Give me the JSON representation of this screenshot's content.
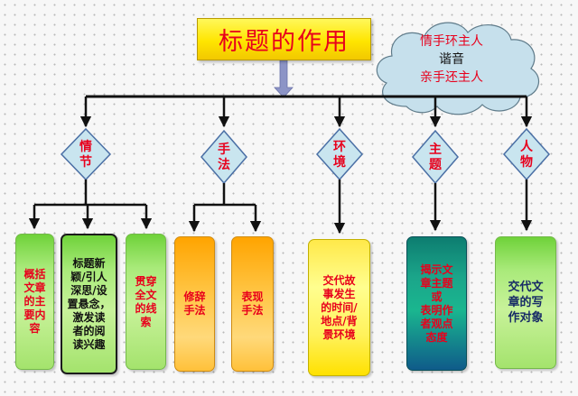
{
  "title": "标题的作用",
  "cloud": {
    "line1": "情手环主人",
    "line2": "谐音",
    "line3": "亲手还主人"
  },
  "diamonds": [
    {
      "label": "情节",
      "chars": [
        "情",
        "节"
      ]
    },
    {
      "label": "手法",
      "chars": [
        "手",
        "法"
      ]
    },
    {
      "label": "环境",
      "chars": [
        "环",
        "境"
      ]
    },
    {
      "label": "主题",
      "chars": [
        "主",
        "题"
      ]
    },
    {
      "label": "人物",
      "chars": [
        "人",
        "物"
      ]
    }
  ],
  "leaves": [
    {
      "lines": [
        "概括",
        "文章",
        "的主",
        "要内",
        "容"
      ]
    },
    {
      "lines": [
        "标题新",
        "颖/引人",
        "深思/设",
        "置悬念，",
        "激发读",
        "者的阅",
        "读兴趣"
      ]
    },
    {
      "lines": [
        "贯穿",
        "全文",
        "的线",
        "索"
      ]
    },
    {
      "lines": [
        "修辞",
        "手法"
      ]
    },
    {
      "lines": [
        "表现",
        "手法"
      ]
    },
    {
      "lines": [
        "交代故",
        "事发生",
        "的时间/",
        "地点/背",
        "景环境"
      ]
    },
    {
      "lines": [
        "揭示文",
        "章主题",
        "或",
        "表明作",
        "者观点",
        "态度"
      ]
    },
    {
      "lines": [
        "交代文",
        "章的写",
        "作对象"
      ]
    }
  ],
  "colors": {
    "line": "#111111",
    "diamond_fill": "#c9e5ef",
    "diamond_stroke": "#4a6fa5",
    "title_text": "#e8001c",
    "cloud_fill": "#c6e0ec",
    "cloud_stroke": "#5f7b8a",
    "pointer_arrow": "#8c94c6"
  }
}
